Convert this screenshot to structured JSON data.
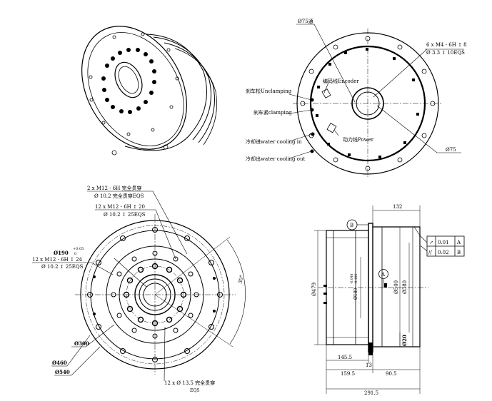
{
  "iso_view": {},
  "top_view": {
    "diameter_label_top": "Ø75通",
    "hole_spec_line1": "6 x  M4 - 6H ↧ 8",
    "hole_spec_line2": "Ø 3.3 ↧ 10EQS",
    "encoder_label": "编码线Encoder",
    "brake_release_label": "刹车松Unclamping",
    "brake_clamp_label": "刹车紧clamping",
    "water_in_label": "冷却进water cooling in",
    "power_label": "动力线Power",
    "water_out_label": "冷却出water cooling out",
    "diameter_label_right": "Ø75"
  },
  "front_view": {
    "through_spec_line1": "2 x  M12 - 6H 完全贯穿",
    "through_spec_line2": "Ø 10.2 完全贯穿EQS",
    "thread_spec_line1": "12 x  M12 - 6H ↧ 20",
    "thread_spec_line2": "Ø 10.2 ↧ 25EQS",
    "left_spec_line1": "12 x  M12 - 6H ↧ 24",
    "left_spec_line2": "Ø 10.2 ↧ 25EQS",
    "d190": "Ø190",
    "d190_tol_upper": "+0.05",
    "d190_tol_lower": "0",
    "angle": "30°",
    "d300": "Ø300",
    "d460": "Ø460",
    "d540": "Ø540",
    "bottom_spec_line1": "12 x Ø 13.5 完全贯穿",
    "bottom_spec_line2": "EQS"
  },
  "side_view": {
    "dim_top": "132",
    "datum_b": "B",
    "datum_a": "A",
    "gdt_row1_symbol": "↗",
    "gdt_row1_value": "0.01",
    "gdt_row1_ref": "A",
    "gdt_row2_symbol": "//",
    "gdt_row2_value": "0.02",
    "gdt_row2_ref": "B",
    "d479": "Ø479",
    "d180": "Ø180",
    "d180_tol_upper": "-0.048",
    "d180_tol_lower": "-0.106",
    "d500": "Ø500",
    "d380": "Ø380",
    "d20": "Ø20",
    "dim_145_5": "145.5",
    "dim_13": "13",
    "dim_159_5": "159.5",
    "dim_90_5": "90.5",
    "dim_291_5": "291.5"
  }
}
